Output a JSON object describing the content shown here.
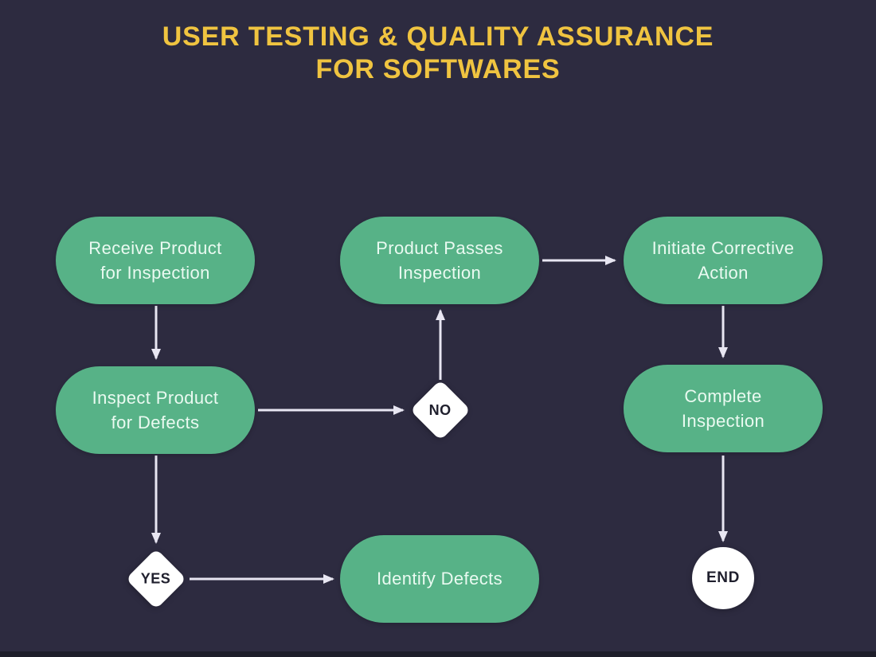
{
  "title": {
    "line1": "USER TESTING & QUALITY ASSURANCE",
    "line2": "FOR SOFTWARES"
  },
  "nodes": {
    "receive": {
      "label": "Receive Product\nfor Inspection"
    },
    "passes": {
      "label": "Product Passes\nInspection"
    },
    "initiate": {
      "label": "Initiate Corrective\nAction"
    },
    "inspect": {
      "label": "Inspect Product\nfor Defects"
    },
    "complete": {
      "label": "Complete\nInspection"
    },
    "identify": {
      "label": "Identify Defects"
    }
  },
  "decisions": {
    "no": "NO",
    "yes": "YES"
  },
  "terminals": {
    "end": "END"
  },
  "edges": [
    {
      "from": "receive-product-for-inspection",
      "to": "inspect-product-for-defects"
    },
    {
      "from": "inspect-product-for-defects",
      "to": "no-decision"
    },
    {
      "from": "no-decision",
      "to": "product-passes-inspection"
    },
    {
      "from": "product-passes-inspection",
      "to": "initiate-corrective-action"
    },
    {
      "from": "initiate-corrective-action",
      "to": "complete-inspection"
    },
    {
      "from": "inspect-product-for-defects",
      "to": "yes-decision"
    },
    {
      "from": "yes-decision",
      "to": "identify-defects"
    },
    {
      "from": "complete-inspection",
      "to": "end"
    }
  ],
  "colors": {
    "background": "#2d2b40",
    "node_fill": "#57b287",
    "node_text": "#eafaf1",
    "title_text": "#f0c440",
    "arrow": "#e8e6f2",
    "decision_fill": "#ffffff",
    "decision_text": "#20202e"
  }
}
